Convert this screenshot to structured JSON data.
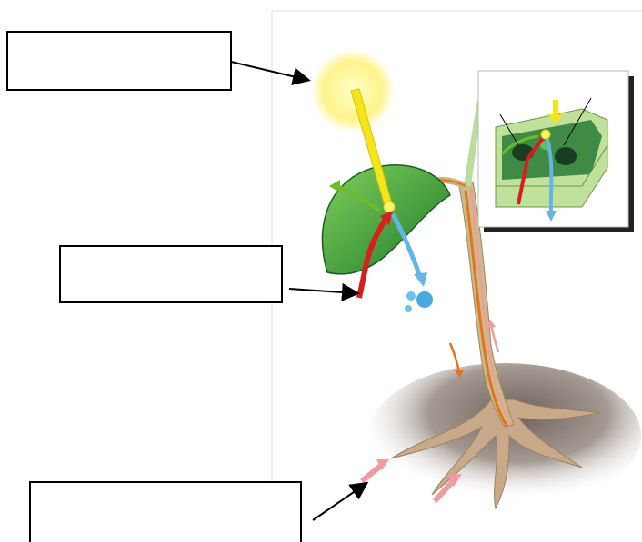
{
  "diagram": {
    "subject": "photosynthesis-plant",
    "label_boxes": [
      {
        "id": "sun",
        "text": ""
      },
      {
        "id": "leaf",
        "text": ""
      },
      {
        "id": "roots",
        "text": ""
      }
    ],
    "colors": {
      "sun": "#fff06a",
      "light": "#f5e41a",
      "co2": "#d81f1f",
      "oxygen": "#6dbb2b",
      "water": "#64b4e6",
      "sugar": "#e06a1e",
      "leaf": "#2d9a3a",
      "stem": "#c9b67d",
      "soil": "#8a7c72",
      "root": "#c8aa8b"
    }
  }
}
